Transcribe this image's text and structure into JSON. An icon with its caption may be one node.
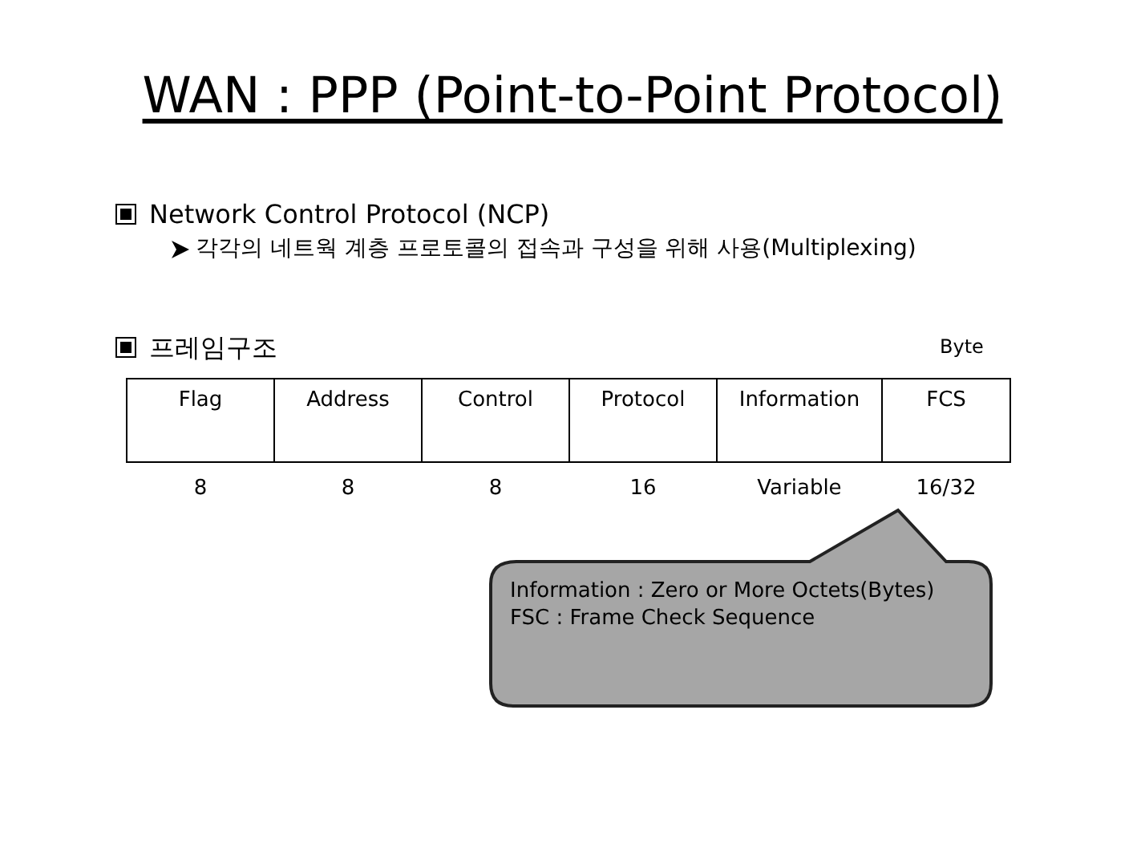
{
  "diagram": {
    "title": "WAN : PPP (Point-to-Point Protocol)",
    "nodes": [
      {
        "text": [
          "Information : Zero or More Octets(Bytes)",
          "FSC : Frame Check Sequence"
        ]
      }
    ],
    "labels": [
      "Network Control Protocol (NCP)",
      "각각의 네트웍 계층 프로토콜의 접속과 구성을 위해 사용(Multiplexing)",
      "프레임구조",
      "Byte",
      "Flag",
      "Address",
      "Control",
      "Protocol",
      "Information",
      "FCS",
      "8",
      "8",
      "8",
      "16",
      "Variable",
      "16/32"
    ]
  }
}
